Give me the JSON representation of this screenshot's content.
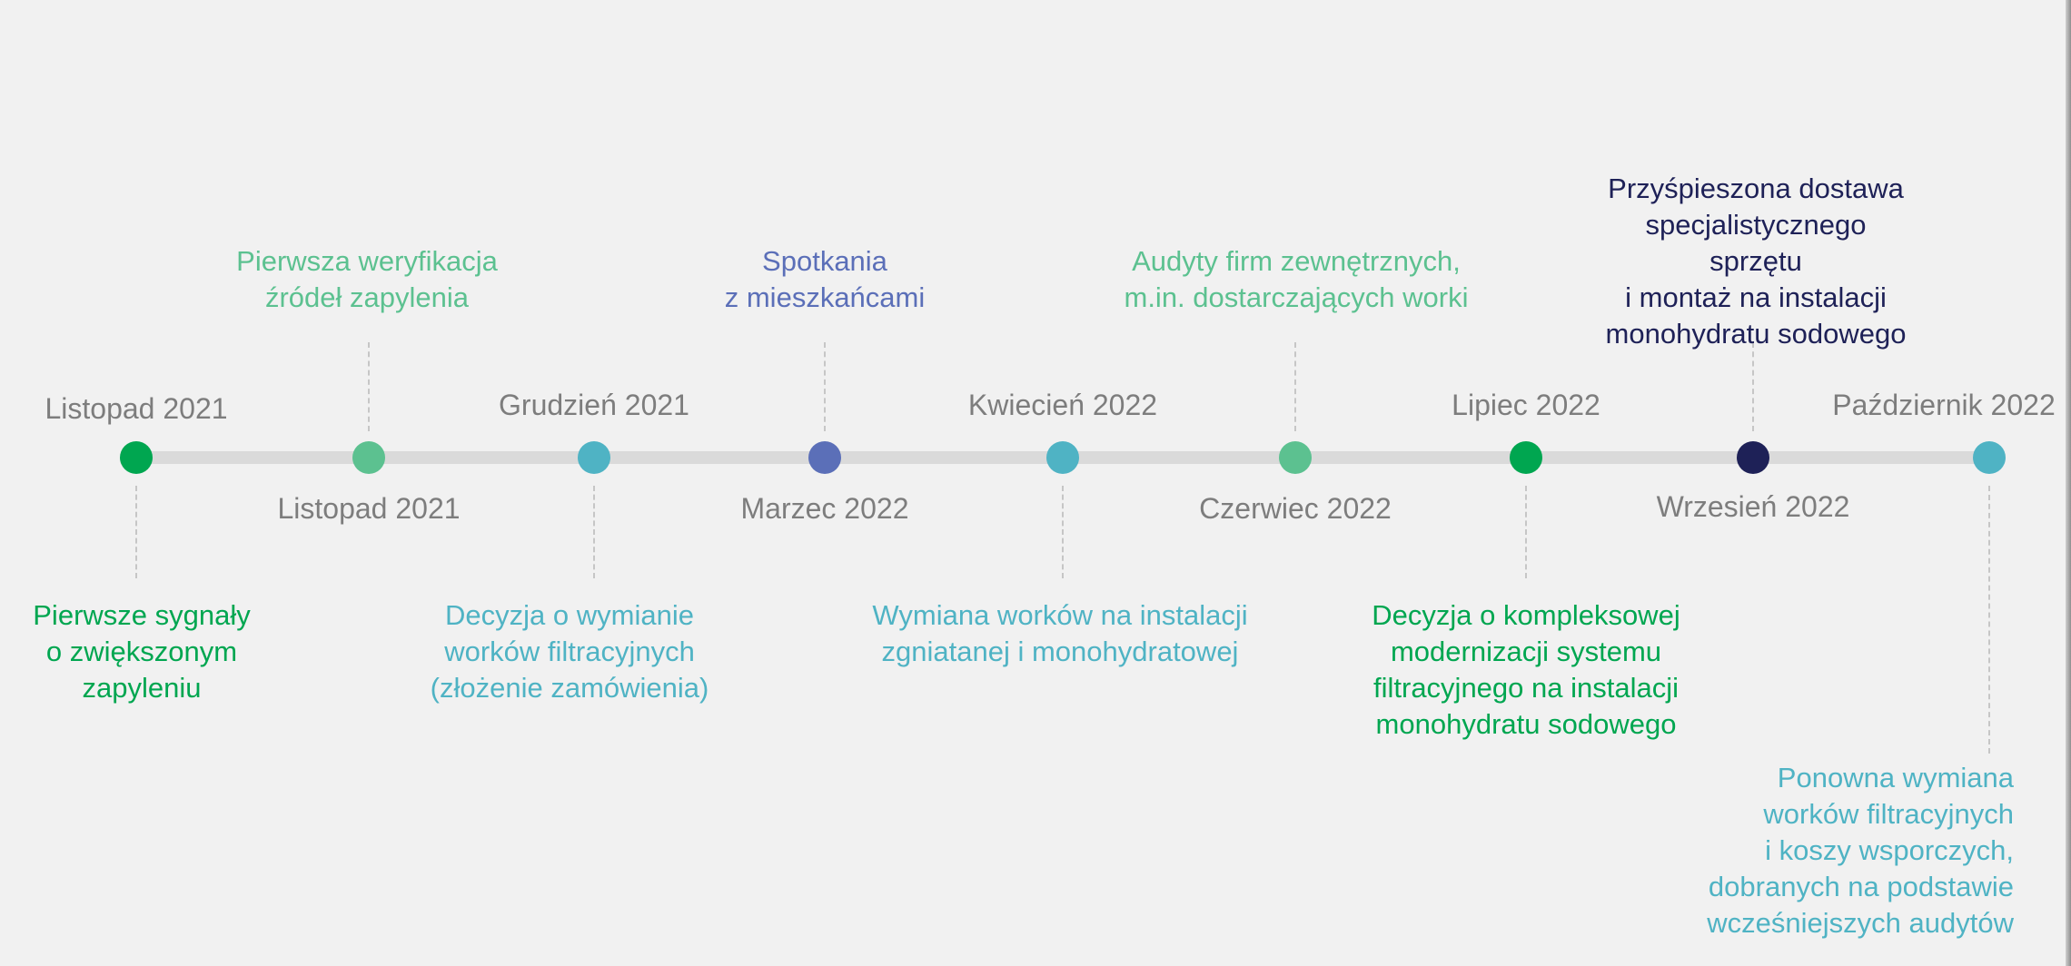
{
  "colors": {
    "background": "#f1f1f1",
    "axis": "#dadada",
    "date_text": "#7d7d7d",
    "green": "#00a650",
    "light_green": "#5cc190",
    "teal": "#4fb3c4",
    "indigo": "#5b6fb8",
    "navy": "#1e2157"
  },
  "events": [
    {
      "date": "Listopad 2021",
      "description": "Pierwsze sygnały\no zwiększonym\nzapyleniu",
      "color": "#00a650",
      "icon": "green-dot"
    },
    {
      "date": "Listopad 2021",
      "description": "Pierwsza weryfikacja\nźródeł zapylenia",
      "color": "#5cc190",
      "icon": "light-green-dot"
    },
    {
      "date": "Grudzień 2021",
      "description": "Decyzja o wymianie\nworków filtracyjnych\n(złożenie zamówienia)",
      "color": "#4fb3c4",
      "icon": "teal-dot"
    },
    {
      "date": "Marzec 2022",
      "description": "Spotkania\nz mieszkańcami",
      "color": "#5b6fb8",
      "icon": "indigo-dot"
    },
    {
      "date": "Kwiecień 2022",
      "description": "Wymiana worków na instalacji\nzgniatanej i monohydratowej",
      "color": "#4fb3c4",
      "icon": "teal-dot"
    },
    {
      "date": "Czerwiec 2022",
      "description": "Audyty firm zewnętrznych,\nm.in. dostarczających worki",
      "color": "#5cc190",
      "icon": "light-green-dot"
    },
    {
      "date": "Lipiec 2022",
      "description": "Decyzja o kompleksowej\nmodernizacji systemu\nfiltracyjnego na instalacji\nmonohydratu sodowego",
      "color": "#00a650",
      "icon": "green-dot"
    },
    {
      "date": "Wrzesień 2022",
      "description": "Przyśpieszona dostawa\nspecjalistycznego sprzętu\ni montaż na instalacji\nmonohydratu sodowego",
      "color": "#1e2157",
      "icon": "navy-dot"
    },
    {
      "date": "Październik 2022",
      "description": "Ponowna wymiana\nworków filtracyjnych\ni koszy wsporczych,\ndobranych na podstawie\nwcześniejszych audytów",
      "color": "#4fb3c4",
      "icon": "teal-dot"
    }
  ]
}
